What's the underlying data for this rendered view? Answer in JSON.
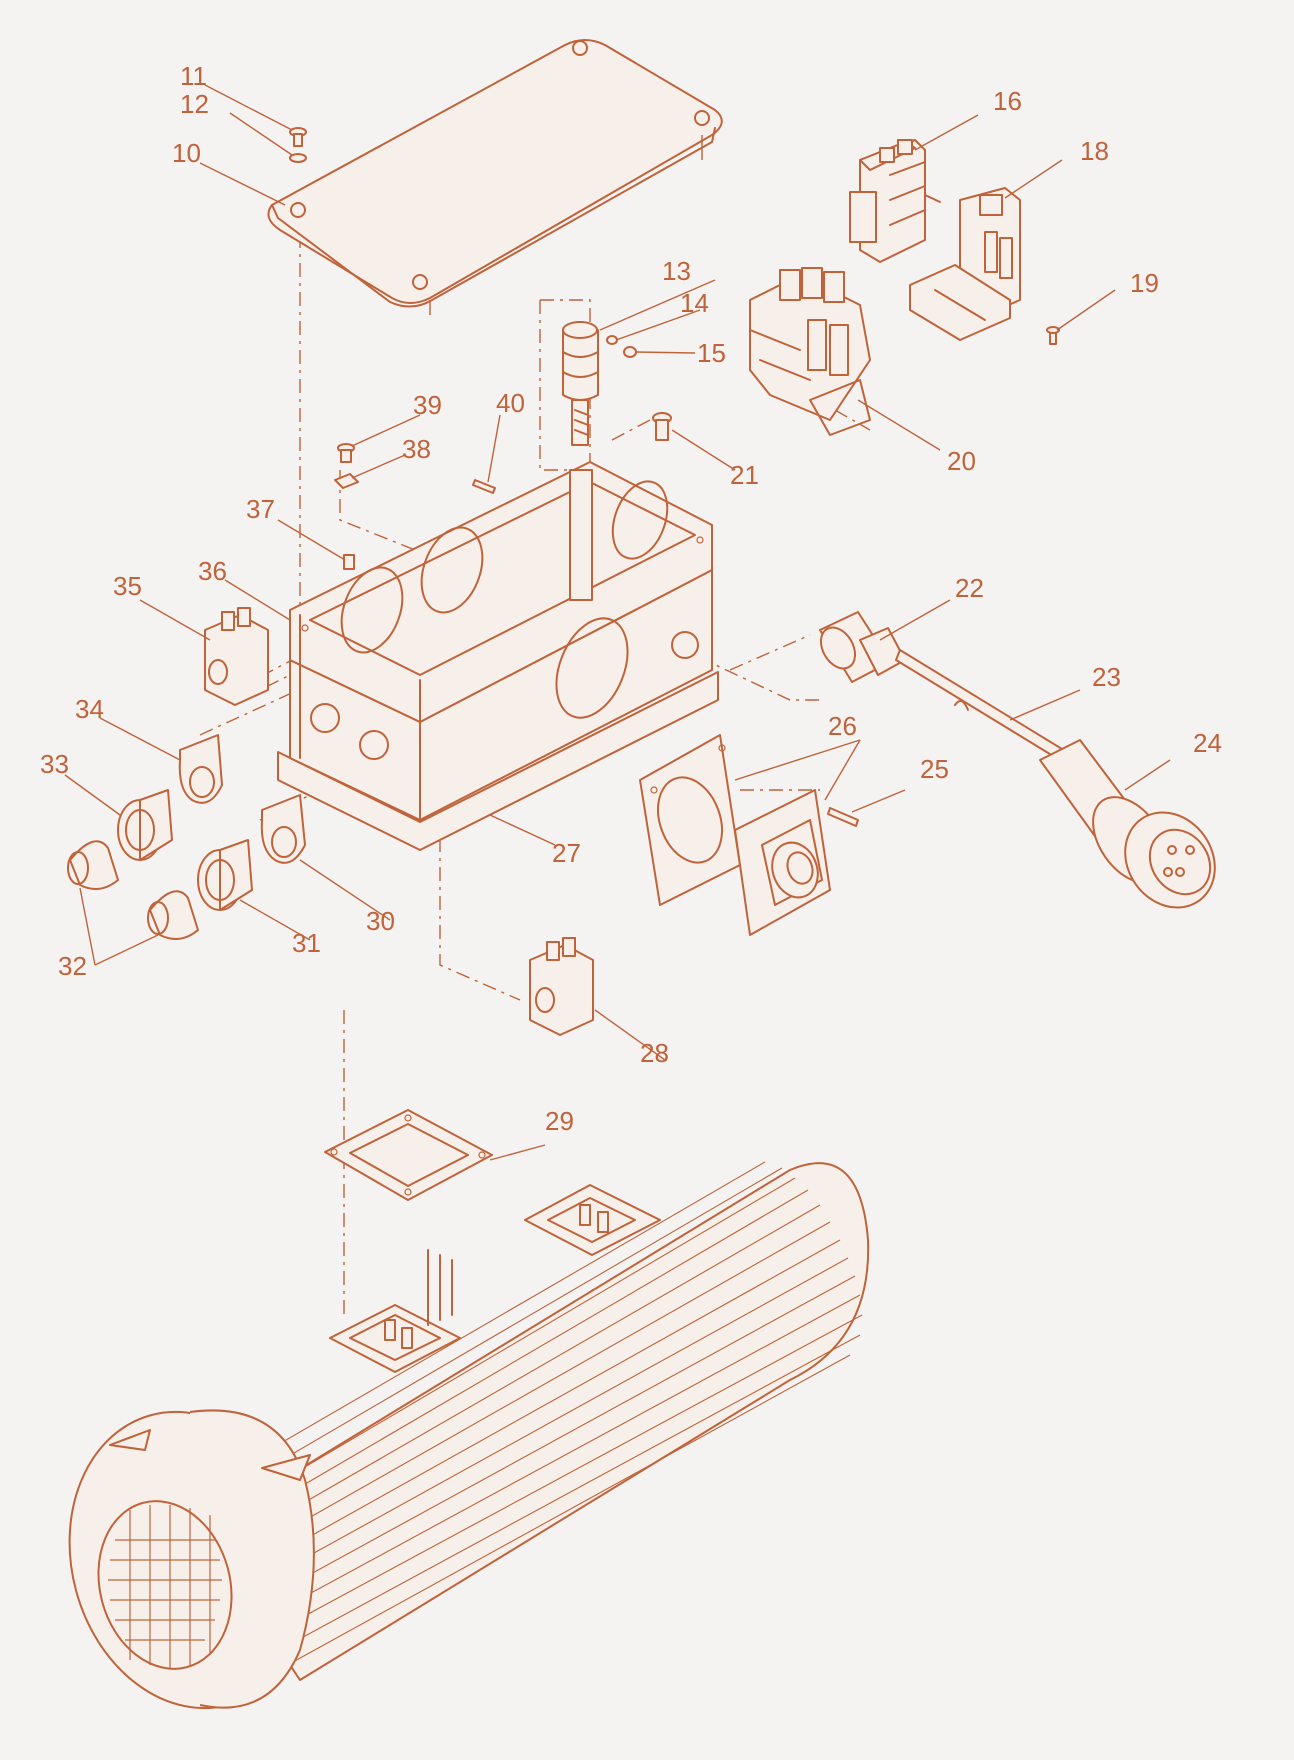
{
  "parts": [
    {
      "label": "10"
    },
    {
      "label": "11"
    },
    {
      "label": "12"
    },
    {
      "label": "13"
    },
    {
      "label": "14"
    },
    {
      "label": "15"
    },
    {
      "label": "16"
    },
    {
      "label": "18"
    },
    {
      "label": "19"
    },
    {
      "label": "20"
    },
    {
      "label": "21"
    },
    {
      "label": "22"
    },
    {
      "label": "23"
    },
    {
      "label": "24"
    },
    {
      "label": "25"
    },
    {
      "label": "26"
    },
    {
      "label": "27"
    },
    {
      "label": "28"
    },
    {
      "label": "29"
    },
    {
      "label": "30"
    },
    {
      "label": "31"
    },
    {
      "label": "32"
    },
    {
      "label": "33"
    },
    {
      "label": "34"
    },
    {
      "label": "35"
    },
    {
      "label": "36"
    },
    {
      "label": "37"
    },
    {
      "label": "38"
    },
    {
      "label": "39"
    },
    {
      "label": "40"
    }
  ],
  "colors": {
    "line": "#c0633a",
    "background": "#f4f3f2",
    "fill": "#f7efe9"
  }
}
